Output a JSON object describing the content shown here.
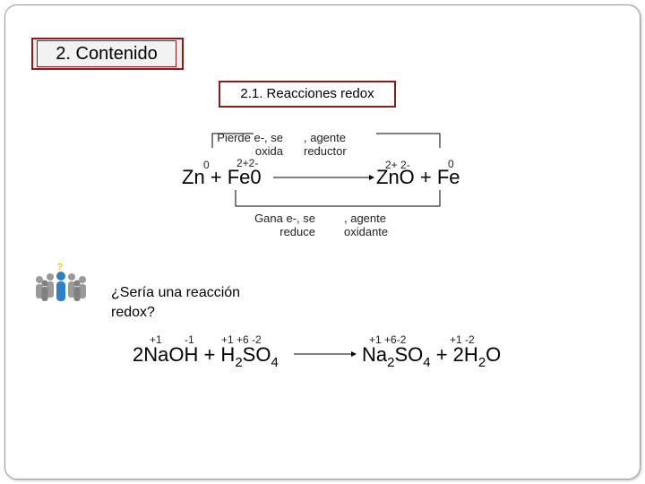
{
  "section": {
    "title": "2. Contenido",
    "subtitle": "2.1. Reacciones redox"
  },
  "reaction1": {
    "top_note_left": "Pierde e-, se oxida",
    "top_note_left_line1": "Pierde e-, se",
    "top_note_left_line2": "oxida",
    "top_note_right_line1": ", agente",
    "top_note_right_line2": "reductor",
    "bottom_note_left_line1": "Gana e-, se",
    "bottom_note_left_line2": "reduce",
    "bottom_note_right_line1": ", agente",
    "bottom_note_right_line2": "oxidante",
    "ox_zn": "0",
    "ox_fe_reactant": "2+2-",
    "ox_zno": "2+ 2-",
    "ox_fe_product": "0",
    "reactants": "Zn + Fe0",
    "products": "ZnO + Fe"
  },
  "question": "¿Sería una reacción redox?",
  "reaction2": {
    "ox_left_1": "+1",
    "ox_left_2": "-1",
    "ox_left_3": "+1 +6 -2",
    "ox_right_1": "+1 +6-2",
    "ox_right_2": "+1 -2",
    "r_a": "2NaOH + H",
    "r_sub1": "2",
    "r_b": "SO",
    "r_sub2": "4",
    "p_a": "Na",
    "p_sub1": "2",
    "p_b": "SO",
    "p_sub2": "4",
    "p_c": " + 2H",
    "p_sub3": "2",
    "p_d": "O"
  },
  "icon": "people-group-question-icon"
}
